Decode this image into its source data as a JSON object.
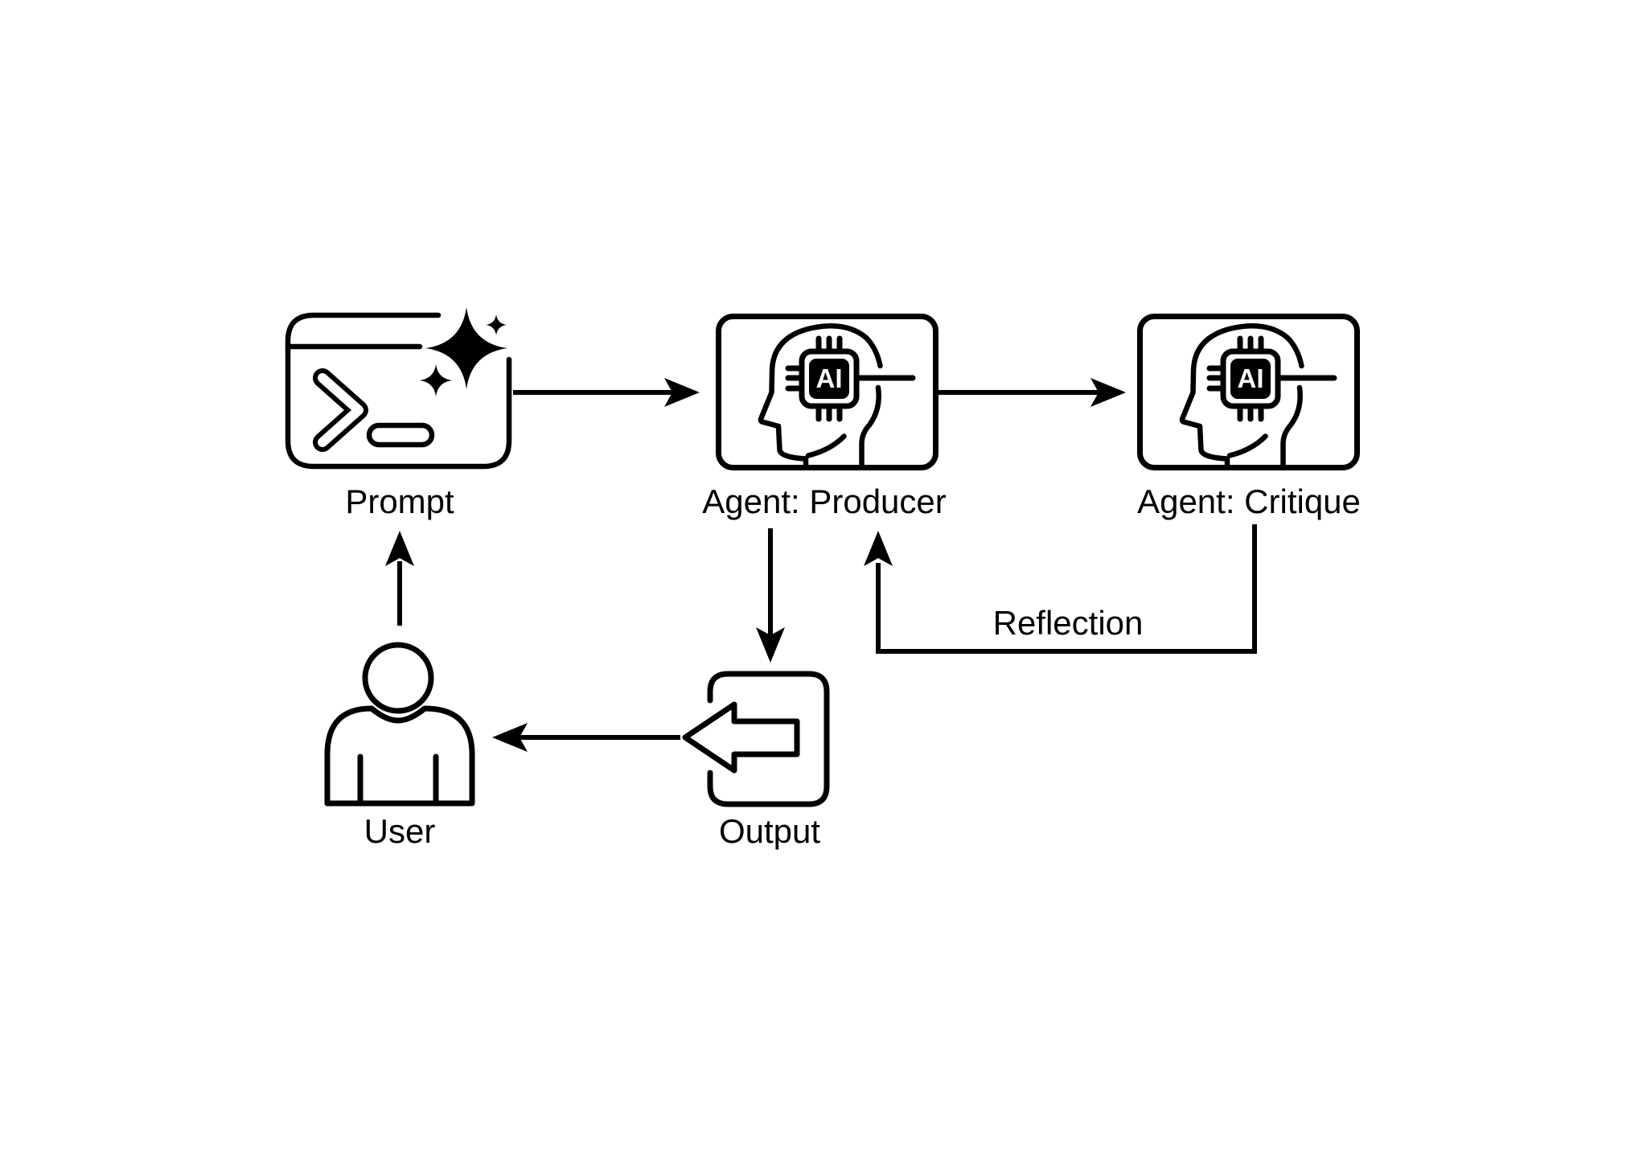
{
  "diagram": {
    "background_color": "#ffffff",
    "line_color": "#000000",
    "nodes": {
      "prompt": {
        "label": "Prompt",
        "icon": "terminal-sparkle-icon"
      },
      "producer": {
        "label": "Agent: Producer",
        "icon": "ai-chip-head-icon"
      },
      "critique": {
        "label": "Agent: Critique",
        "icon": "ai-chip-head-icon"
      },
      "output": {
        "label": "Output",
        "icon": "export-arrow-icon"
      },
      "user": {
        "label": "User",
        "icon": "person-icon"
      }
    },
    "chip_label": "AI",
    "edges": [
      {
        "from": "prompt",
        "to": "producer",
        "label": ""
      },
      {
        "from": "producer",
        "to": "critique",
        "label": ""
      },
      {
        "from": "critique",
        "to": "producer",
        "label": "Reflection"
      },
      {
        "from": "producer",
        "to": "output",
        "label": ""
      },
      {
        "from": "output",
        "to": "user",
        "label": ""
      },
      {
        "from": "user",
        "to": "prompt",
        "label": ""
      }
    ]
  }
}
